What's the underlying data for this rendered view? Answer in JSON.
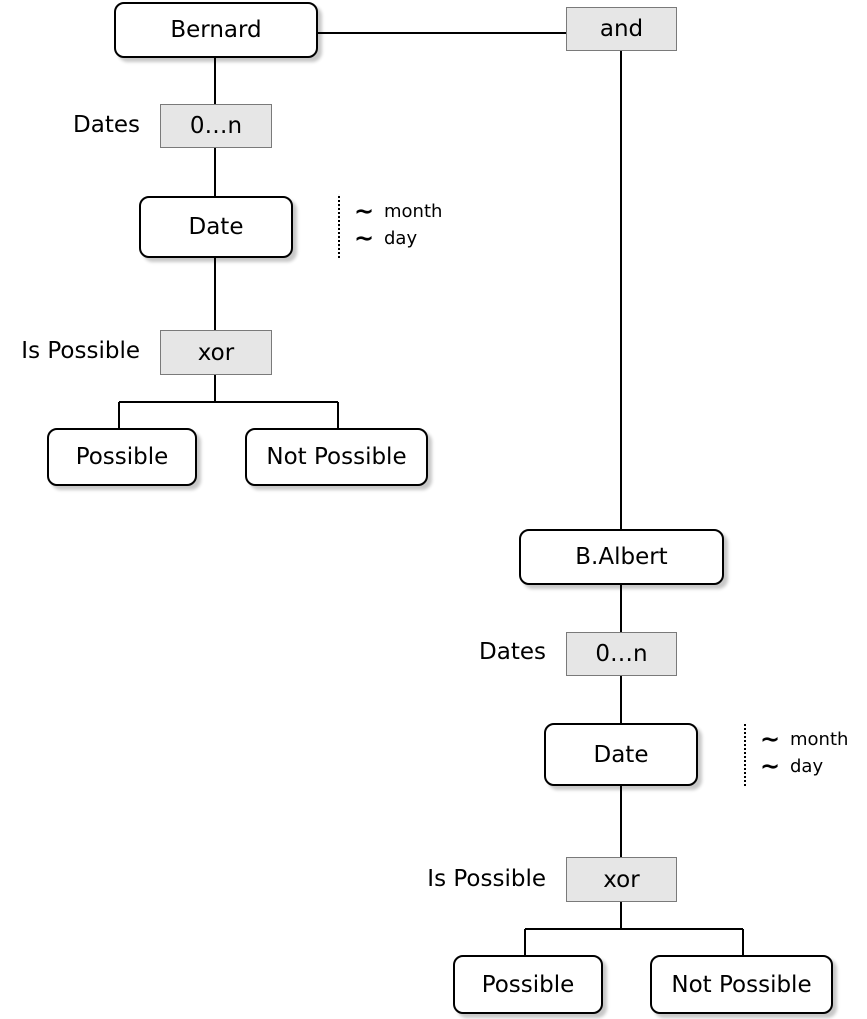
{
  "root_left": {
    "entity": "Bernard"
  },
  "connector": {
    "operator": "and"
  },
  "left": {
    "dates_label": "Dates",
    "dates_cardinality": "0…n",
    "date_entity": "Date",
    "attributes": [
      {
        "marker": "∼",
        "name": "month"
      },
      {
        "marker": "∼",
        "name": "day"
      }
    ],
    "possible_label": "Is Possible",
    "possible_operator": "xor",
    "choice_a": "Possible",
    "choice_b": "Not Possible"
  },
  "right": {
    "entity": "B.Albert",
    "dates_label": "Dates",
    "dates_cardinality": "0…n",
    "date_entity": "Date",
    "attributes": [
      {
        "marker": "∼",
        "name": "month"
      },
      {
        "marker": "∼",
        "name": "day"
      }
    ],
    "possible_label": "Is Possible",
    "possible_operator": "xor",
    "choice_a": "Possible",
    "choice_b": "Not Possible"
  }
}
